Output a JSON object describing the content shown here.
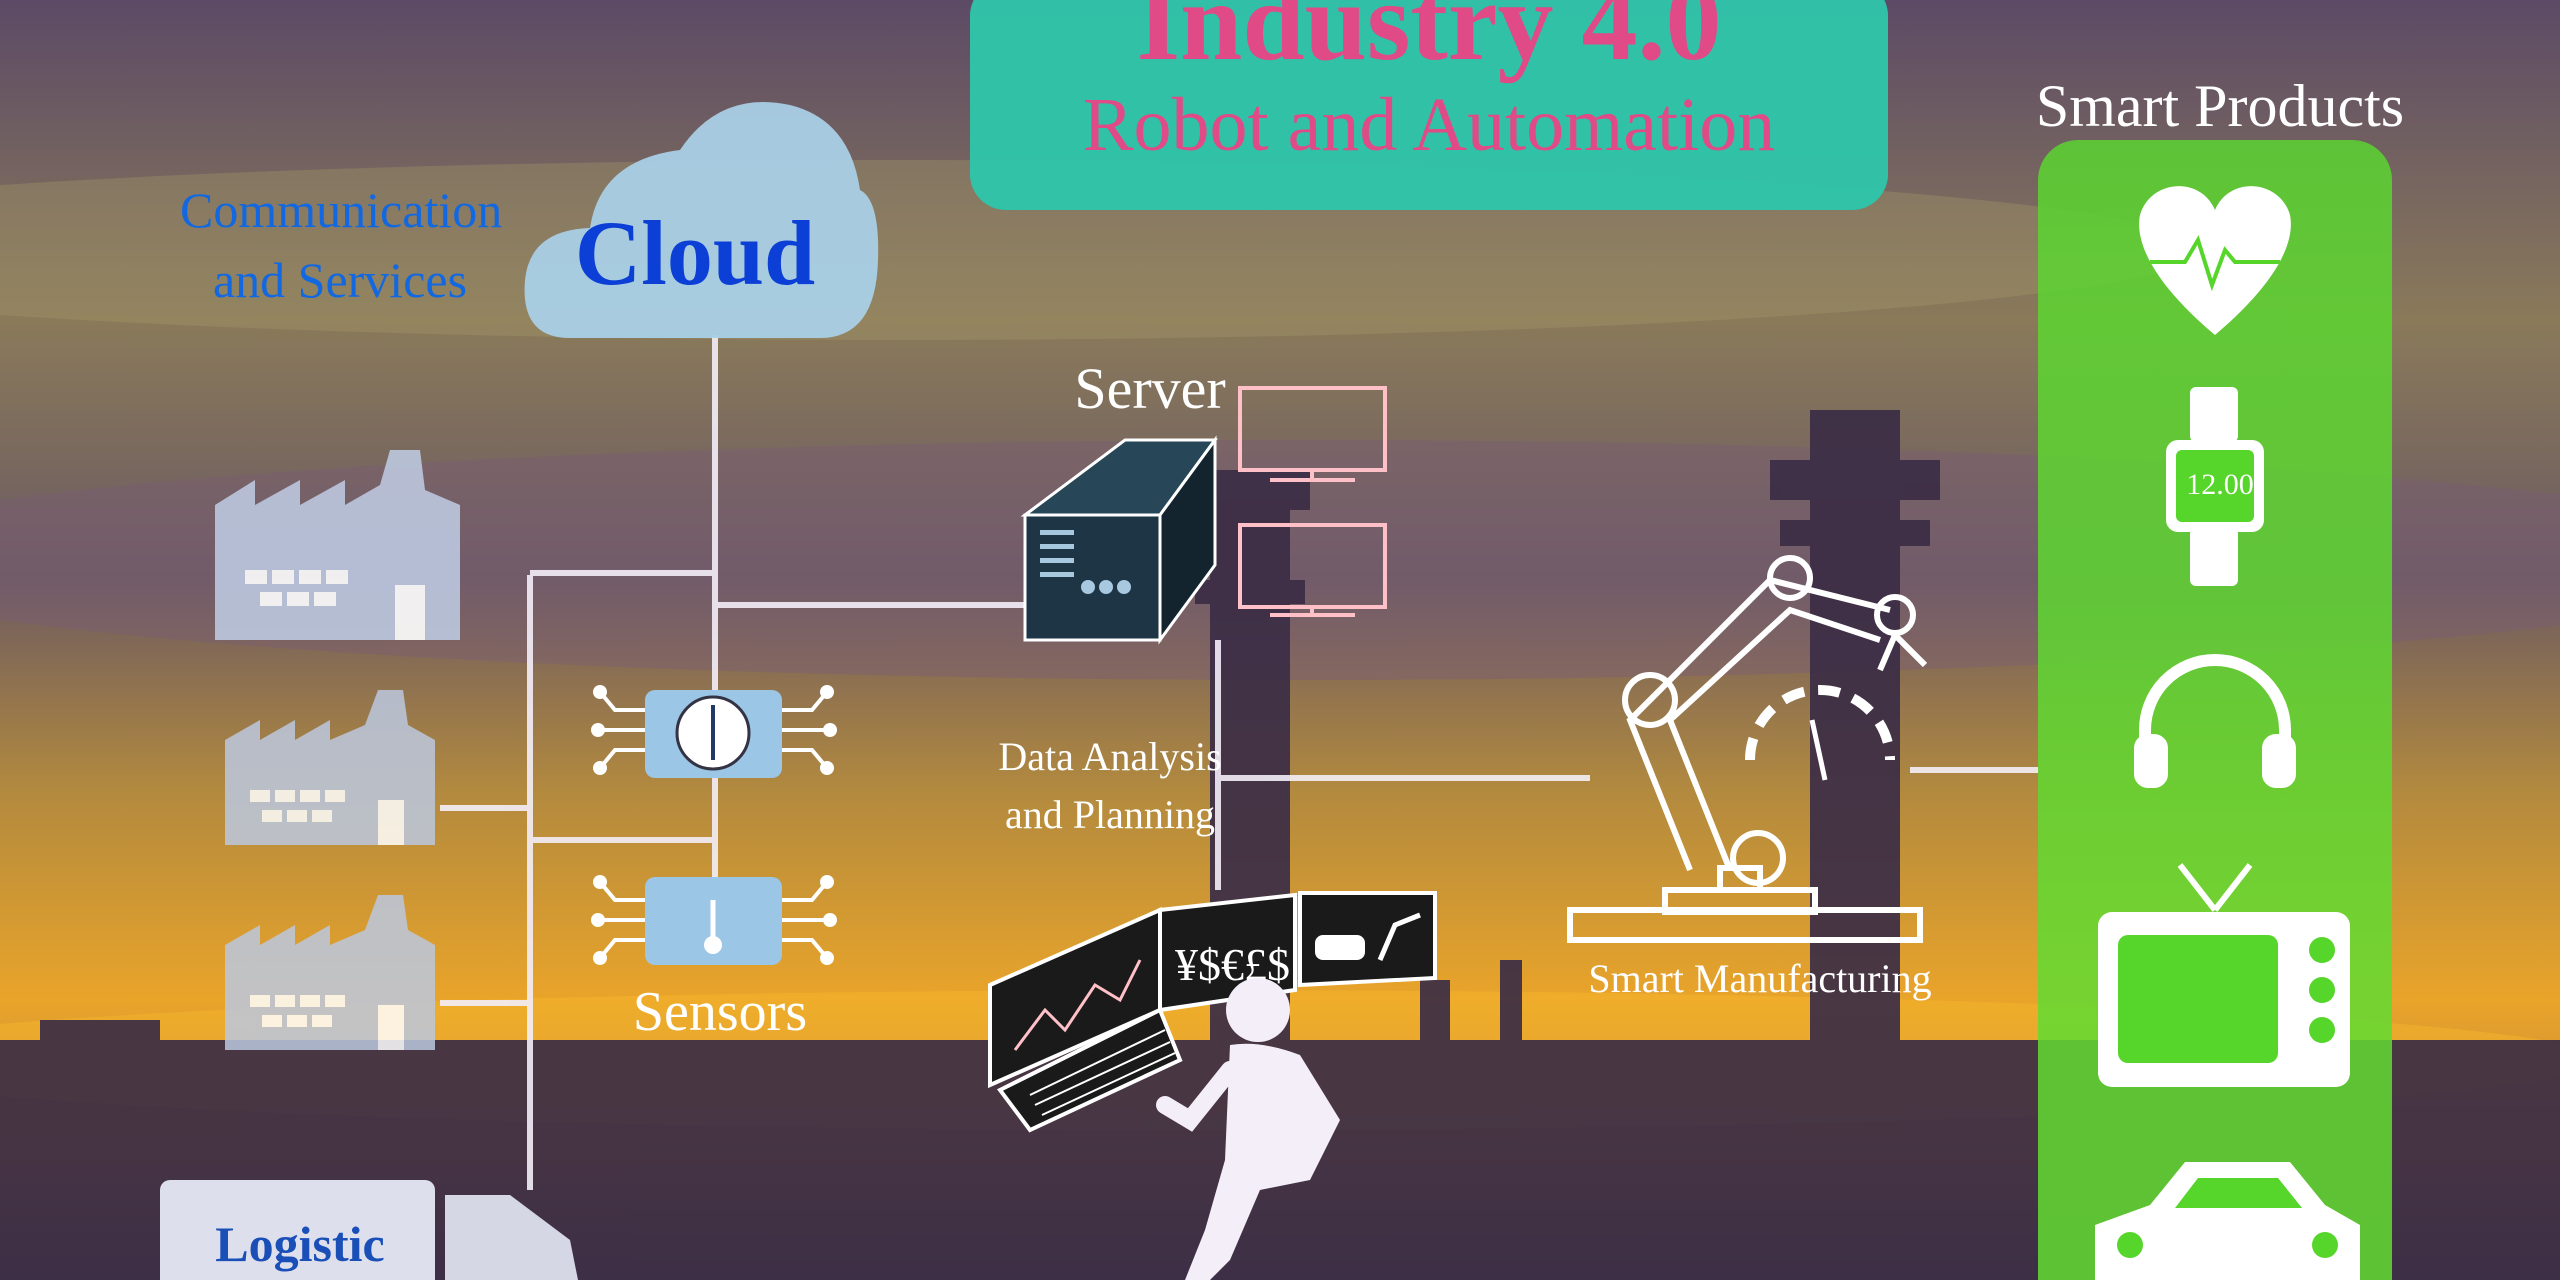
{
  "title": {
    "main": "Industry 4.0",
    "subtitle": "Robot and Automation"
  },
  "labels": {
    "communication": "Communication and Services",
    "cloud": "Cloud",
    "server": "Server",
    "data_analysis": "Data Analysis and Planning",
    "sensors": "Sensors",
    "smart_manufacturing": "Smart Manufacturing",
    "smart_products": "Smart Products",
    "logistic": "Logistic"
  },
  "smart_products_icons": [
    "heart-rate-icon",
    "smart-watch-icon",
    "headphones-icon",
    "tv-icon",
    "car-icon"
  ],
  "watch_display": "12.00",
  "colors": {
    "title_panel": "#2fc4aa",
    "title_text": "#e04a86",
    "cloud_fill": "#a9cfe6",
    "cloud_text": "#0b3fd6",
    "communication_text": "#1268e0",
    "smart_products_panel": "#56d62a",
    "line": "#f4eef8"
  }
}
